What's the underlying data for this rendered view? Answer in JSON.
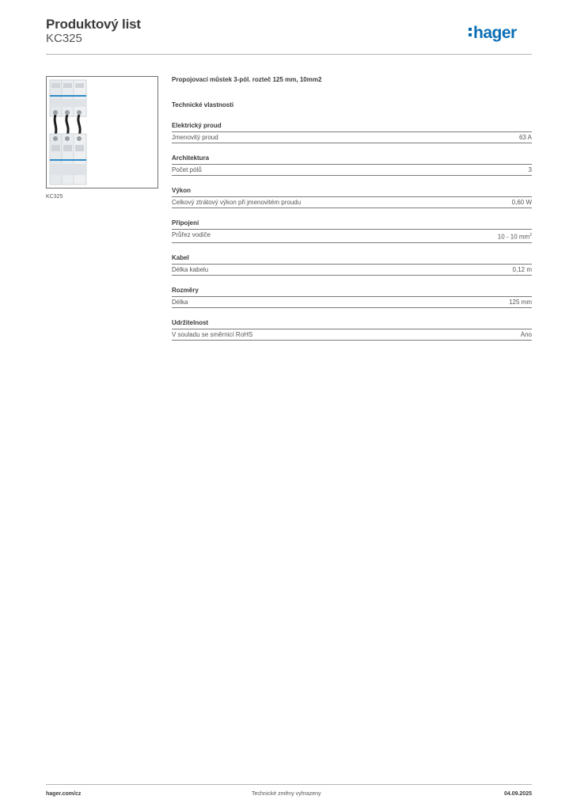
{
  "header": {
    "title": "Produktový list",
    "code": "KC325",
    "logo_text": "hager",
    "brand_color": "#0a6eb4"
  },
  "image": {
    "caption": "KC325",
    "icon": "circuit-breaker-busbar-photo"
  },
  "content": {
    "description": "Propojovací můstek 3-pól. rozteč 125 mm, 10mm2",
    "section_heading": "Technické vlastnosti",
    "groups": [
      {
        "title": "Elektrický proud",
        "label": "Jmenovitý proud",
        "value": "63 A"
      },
      {
        "title": "Architektura",
        "label": "Počet pólů",
        "value": "3"
      },
      {
        "title": "Výkon",
        "label": "Celkový ztrátový výkon při jmenovitém proudu",
        "value": "0,60 W"
      },
      {
        "title": "Připojení",
        "label": "Průřez vodiče",
        "value": "10 - 10 mm",
        "value_sup": "2"
      },
      {
        "title": "Kabel",
        "label": "Délka kabelu",
        "value": "0,12 m"
      },
      {
        "title": "Rozměry",
        "label": "Délka",
        "value": "125 mm"
      },
      {
        "title": "Udržitelnost",
        "label": "V souladu se směrnicí RoHS",
        "value": "Ano"
      }
    ]
  },
  "footer": {
    "website": "hager.com/cz",
    "notice": "Technické změny vyhrazeny",
    "date": "04.09.2025"
  }
}
